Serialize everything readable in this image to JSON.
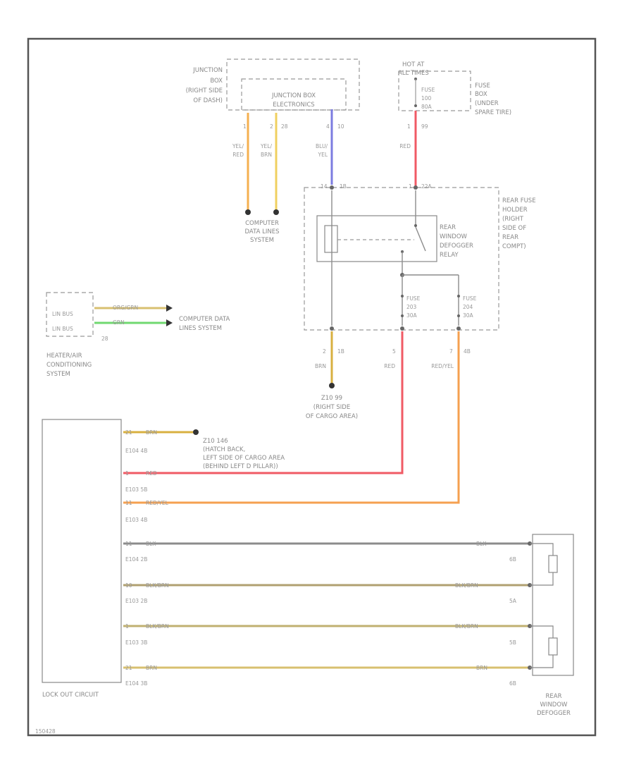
{
  "junction_box": {
    "outer_label": [
      "JUNCTION",
      "BOX",
      "(RIGHT SIDE",
      "OF DASH)"
    ],
    "inner_label": [
      "JUNCTION BOX",
      "ELECTRONICS"
    ],
    "wires": [
      {
        "pin": "1",
        "conn": "",
        "color": [
          "YEL/",
          "RED"
        ]
      },
      {
        "pin": "2",
        "conn": "28",
        "color": [
          "YEL/",
          "BRN"
        ]
      },
      {
        "pin": "4",
        "conn": "10",
        "color": [
          "BLU/",
          "YEL"
        ]
      }
    ]
  },
  "computer_data_1": [
    "COMPUTER",
    "DATA LINES",
    "SYSTEM"
  ],
  "hot_at": [
    "HOT AT",
    "ALL TIMES"
  ],
  "fuse_box": {
    "fuse": [
      "FUSE",
      "100",
      "80A"
    ],
    "label": [
      "FUSE",
      "BOX",
      "(UNDER",
      "SPARE TIRE)"
    ],
    "wire_pin": "1",
    "wire_conn": "99",
    "wire_color": "RED"
  },
  "rear_fuse_holder": {
    "label": [
      "REAR FUSE",
      "HOLDER",
      "(RIGHT",
      "SIDE OF",
      "REAR",
      "COMPT)"
    ],
    "pin_left": "14",
    "conn_left": "1B",
    "pin_right": "1",
    "conn_right": "22A"
  },
  "relay": [
    "REAR",
    "WINDOW",
    "DEFOGGER",
    "RELAY"
  ],
  "fuse_a": [
    "FUSE",
    "203",
    "30A"
  ],
  "fuse_b": [
    "FUSE",
    "204",
    "30A"
  ],
  "lower_wires": [
    {
      "pin": "2",
      "conn": "1B",
      "color": "BRN"
    },
    {
      "pin": "5",
      "conn": "",
      "color": "RED"
    },
    {
      "pin": "7",
      "conn": "4B",
      "color": "RED/YEL"
    }
  ],
  "ground_1": [
    "Z10 99",
    "(RIGHT SIDE",
    "OF CARGO AREA)"
  ],
  "hvac": {
    "lin_1": "LIN BUS",
    "lin_2": "LIN BUS",
    "connector": "28",
    "wire_1": "ORG/GRN",
    "wire_2": "GRN",
    "label": [
      "HEATER/AIR",
      "CONDITIONING",
      "SYSTEM"
    ],
    "target": [
      "COMPUTER DATA",
      "LINES SYSTEM"
    ]
  },
  "lock_out": {
    "label": "LOCK OUT CIRCUIT",
    "rows": [
      {
        "pin": "21",
        "conn": "E104 4B",
        "color": "BRN"
      },
      {
        "pin": "1",
        "conn": "E103 5B",
        "color": "RED"
      },
      {
        "pin": "11",
        "conn": "E103 4B",
        "color": "RED/YEL"
      },
      {
        "pin": "11",
        "conn": "E104 2B",
        "color": "BLK",
        "color_r": "BLK",
        "dest": "6B"
      },
      {
        "pin": "10",
        "conn": "E103 2B",
        "color": "BLK/BRN",
        "color_r": "BLK/BRN",
        "dest": "5A"
      },
      {
        "pin": "1",
        "conn": "E103 3B",
        "color": "BLK/BRN",
        "color_r": "BLK/BRN",
        "dest": "5B"
      },
      {
        "pin": "21",
        "conn": "E104 3B",
        "color": "BRN",
        "color_r": "BRN",
        "dest": "6B"
      }
    ]
  },
  "ground_2": [
    "Z10 146",
    "(HATCH BACK,",
    "LEFT SIDE OF CARGO AREA",
    "(BEHIND LEFT D PILLAR))"
  ],
  "defogger": [
    "REAR",
    "WINDOW",
    "DEFOGGER"
  ],
  "footer_id": "150428",
  "colors": {
    "frame": "#555555",
    "dashed": "#9a9a9a",
    "yellow": "#f0c850",
    "yel_red": "#f5b050",
    "blue": "#7c7ce0",
    "red": "#f05a64",
    "red_yel": "#f5a050",
    "green": "#70d870",
    "brown_yellow": "#d8c070",
    "wire_grey": "#8c8c8c"
  }
}
